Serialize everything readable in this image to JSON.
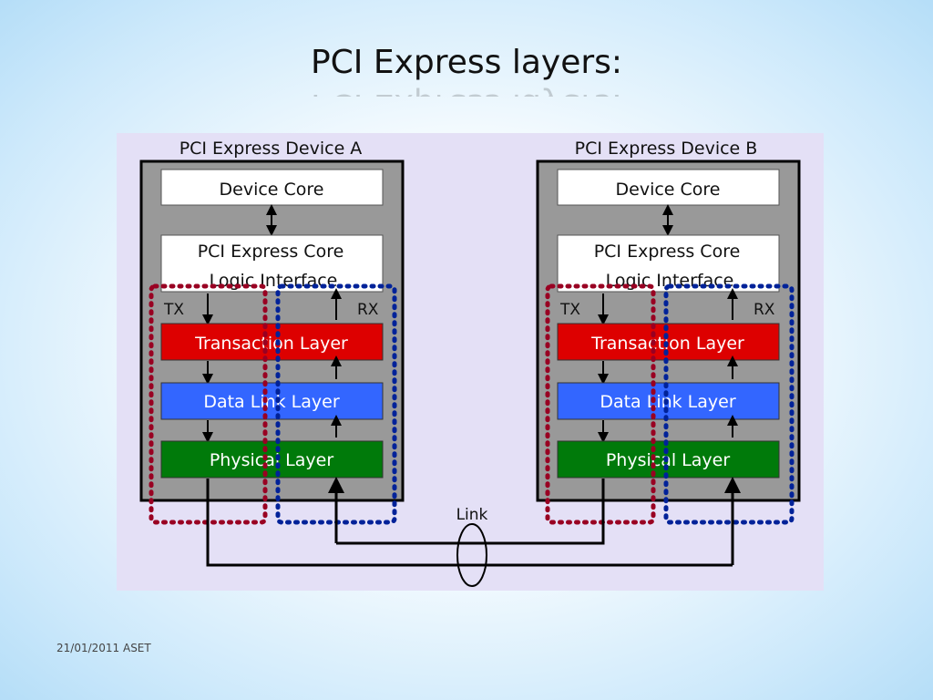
{
  "slide": {
    "title": "PCI Express layers:",
    "footer": "21/01/2011 ASET"
  },
  "diagram": {
    "link_label": "Link",
    "devices": [
      {
        "name": "PCI Express Device A",
        "core": "Device Core",
        "interface_line1": "PCI Express Core",
        "interface_line2": "Logic Interface",
        "tx": "TX",
        "rx": "RX",
        "layers": [
          "Transaction Layer",
          "Data Link Layer",
          "Physical Layer"
        ]
      },
      {
        "name": "PCI Express Device B",
        "core": "Device Core",
        "interface_line1": "PCI Express Core",
        "interface_line2": "Logic Interface",
        "tx": "TX",
        "rx": "RX",
        "layers": [
          "Transaction Layer",
          "Data Link Layer",
          "Physical Layer"
        ]
      }
    ],
    "colors": {
      "panel": "#e4e0f6",
      "device_body": "#999999",
      "transaction": "#dd0000",
      "data_link": "#3366ff",
      "physical": "#007a0a",
      "tx_dots": "#990022",
      "rx_dots": "#002299"
    }
  }
}
